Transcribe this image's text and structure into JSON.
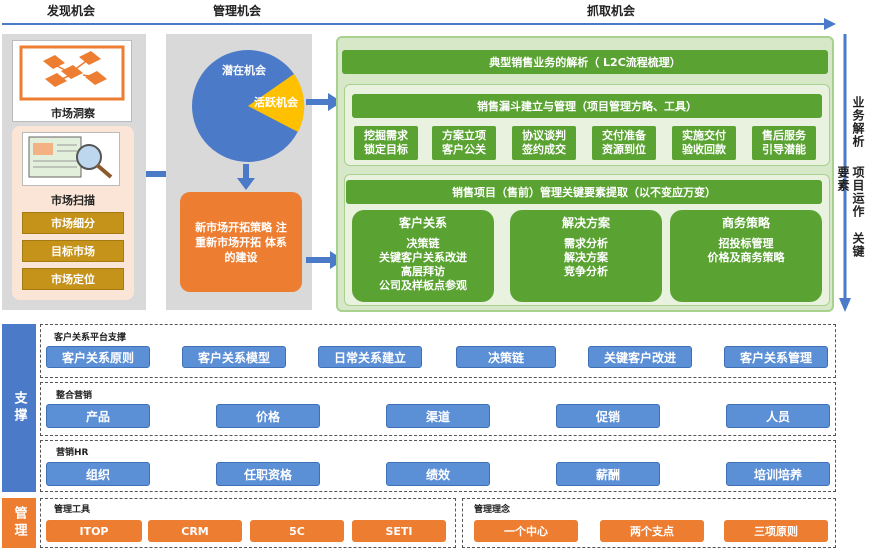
{
  "phases": {
    "discover": "发现机会",
    "manage": "管理机会",
    "capture": "抓取机会"
  },
  "left": {
    "market_insight": "市场洞察",
    "market_scan": "市场扫描",
    "items": [
      "市场细分",
      "目标市场",
      "市场定位"
    ]
  },
  "middle": {
    "potential": "潜在机会",
    "active": "活跃机会",
    "strategy": "新市场开拓策略 注重新市场开拓 体系的建设"
  },
  "right": {
    "l2c_title": "典型销售业务的解析（ L2C流程梳理）",
    "funnel_title": "销售漏斗建立与管理（项目管理方略、工具）",
    "funnel_steps": [
      "挖掘需求 锁定目标",
      "方案立项 客户公关",
      "协议谈判 签约成交",
      "交付准备 资源到位",
      "实施交付 验收回款",
      "售后服务 引导潜能"
    ],
    "key_title": "销售项目（售前）管理关键要素提取（以不变应万变）",
    "cards": [
      {
        "title": "客户关系",
        "lines": [
          "决策链",
          "关键客户关系改进",
          "高层拜访",
          "公司及样板点参观"
        ]
      },
      {
        "title": "解决方案",
        "lines": [
          "需求分析",
          "解决方案",
          "竞争分析"
        ]
      },
      {
        "title": "商务策略",
        "lines": [
          "招投标管理",
          "价格及商务策略"
        ]
      }
    ]
  },
  "vertical_labels": {
    "analysis": "业务解析",
    "project": "项目运作",
    "key": "关键",
    "elements": "要素"
  },
  "support_label": "支撑",
  "manage_label": "管理",
  "crm": {
    "title": "客户关系平台支撑",
    "items": [
      "客户关系原则",
      "客户关系模型",
      "日常关系建立",
      "决策链",
      "关键客户改进",
      "客户关系管理"
    ]
  },
  "marketing": {
    "title": "整合营销",
    "items": [
      "产品",
      "价格",
      "渠道",
      "促销",
      "人员"
    ]
  },
  "hr": {
    "title": "营销HR",
    "items": [
      "组织",
      "任职资格",
      "绩效",
      "薪酬",
      "培训培养"
    ]
  },
  "tools": {
    "title": "管理工具",
    "items": [
      "ITOP",
      "CRM",
      "5C",
      "SETI"
    ]
  },
  "philosophy": {
    "title": "管理理念",
    "items": [
      "一个中心",
      "两个支点",
      "三项原则"
    ]
  },
  "colors": {
    "green": "#5aa332",
    "blue": "#4a7ac8",
    "orange": "#ed7d31",
    "gold": "#c5921a"
  }
}
